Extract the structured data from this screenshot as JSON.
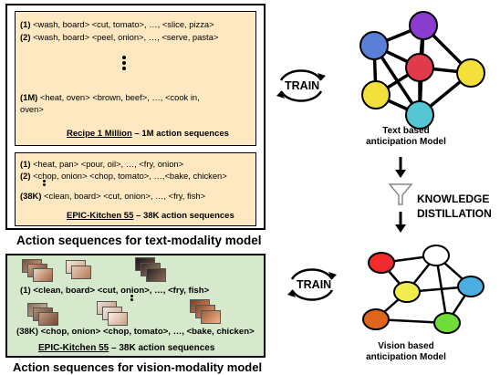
{
  "text_dataset": {
    "recipe_lines": [
      {
        "idx": "(1)",
        "seq": " <wash, board>  <cut, tomato>, …, <slice, pizza>"
      },
      {
        "idx": "(2)",
        "seq": " <wash, board>  <peel, onion>, …, <serve, pasta>"
      }
    ],
    "recipe_last_idx": "(1M)",
    "recipe_last_seq_1": " <heat, oven>  <brown, beef>, …, <cook in,",
    "recipe_last_seq_2": "oven>",
    "recipe_caption_name": "Recipe 1 Million",
    "recipe_caption_rest": " – 1M action sequences",
    "epic_lines": [
      {
        "idx": "(1)",
        "seq": " <heat, pan>  <pour, oil>, …, <fry, onion>"
      },
      {
        "idx": "(2)",
        "seq": " <chop, onion>  <chop, tomato>, …,<bake, chicken>"
      }
    ],
    "epic_last_idx": "(38K)",
    "epic_last_seq": " <clean, board>  <cut, onion>, …, <fry, fish>",
    "epic_caption_name": "EPIC-Kitchen 55",
    "epic_caption_rest": " – 38K action sequences",
    "title": "Action sequences for text-modality model"
  },
  "vision_dataset": {
    "line1": "(1) <clean, board> <cut, onion>, …, <fry, fish>",
    "line2": "(38K) <chop, onion> <chop, tomato>, …, <bake, chicken>",
    "caption_name": "EPIC-Kitchen 55",
    "caption_rest": " – 38K action sequences",
    "title": "Action sequences for vision-modality model"
  },
  "train_label": "TRAIN",
  "text_model_label": [
    "Text based",
    "anticipation Model"
  ],
  "vision_model_label": [
    "Vision based",
    "anticipation Model"
  ],
  "kd_label": [
    "KNOWLEDGE",
    "DISTILLATION"
  ],
  "colors": {
    "text_panel": "#fde8c2",
    "vision_panel": "#d6e9cd",
    "node_blue": "#5b7fd6",
    "node_purple": "#8b3ccf",
    "node_red": "#e03b4b",
    "node_yellow": "#f3e03a",
    "node_cyan": "#55c7d4",
    "node_vred": "#ef2b2b",
    "node_vyellow": "#eeec4e",
    "node_vblue": "#4aaee0",
    "node_orange": "#e0651c",
    "node_green": "#6fdc3a"
  }
}
